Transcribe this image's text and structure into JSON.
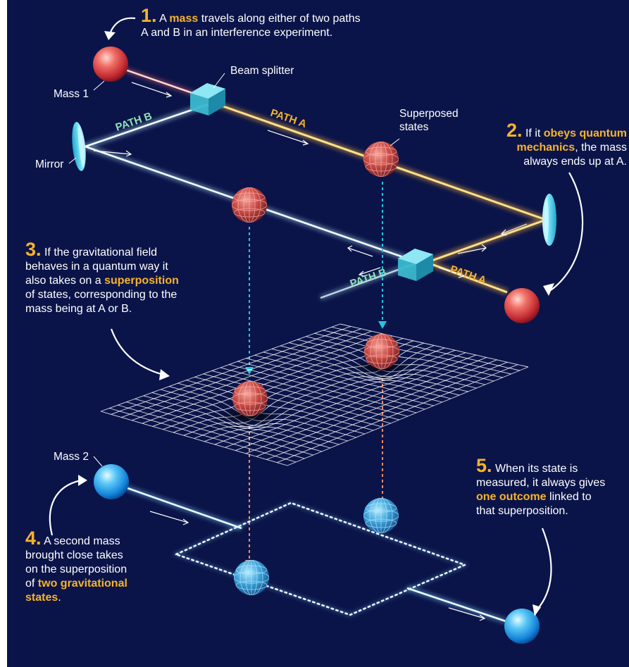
{
  "labels": {
    "beam_splitter": "Beam splitter",
    "mass1": "Mass 1",
    "mirror": "Mirror",
    "superposed_l1": "Superposed",
    "superposed_l2": "states",
    "mass2": "Mass 2",
    "path_a_top": "PATH A",
    "path_b_top": "PATH B",
    "path_a_bottom": "PATH A",
    "path_b_bottom": "PATH B"
  },
  "steps": [
    {
      "num": "1.",
      "l1_pre": "A ",
      "l1_hl": "mass",
      "l1_post": " travels along either of two paths",
      "l2": "A and B in an interference experiment."
    },
    {
      "num": "2.",
      "l1_pre": "If it ",
      "l1_hl": "obeys quantum",
      "l2_hl": "mechanics",
      "l2_post": ", the mass",
      "l3": "always ends up at A."
    },
    {
      "num": "3.",
      "l1": "If the gravitational field",
      "l2": "behaves in a quantum way it",
      "l3_pre": "also takes on a ",
      "l3_hl": "superposition",
      "l4": "of states, corresponding to the",
      "l5": "mass being at A or B."
    },
    {
      "num": "4.",
      "l1": "A second mass",
      "l2": "brought close takes",
      "l3": "on the superposition",
      "l4_pre": "of ",
      "l4_hl": "two gravitational",
      "l5_hl": "states",
      "l5_post": "."
    },
    {
      "num": "5.",
      "l1": "When its state is",
      "l2": "measured, it always gives",
      "l3_hl": "one outcome",
      "l3_post": " linked to",
      "l4": "that superposition."
    }
  ],
  "colors": {
    "background": "#0b1449",
    "accent_orange": "#f7b32b",
    "path_a": "#f5c24a",
    "path_b": "#d8f5ff",
    "cyan_arrow": "#25c4e0",
    "salmon_arrow": "#ff8a60",
    "mass_red": "#e04848",
    "mass_blue": "#1e9ae6"
  },
  "icons": [
    "curved-arrow-icon",
    "direction-arrow-icon",
    "beam-splitter-icon",
    "mirror-icon"
  ]
}
